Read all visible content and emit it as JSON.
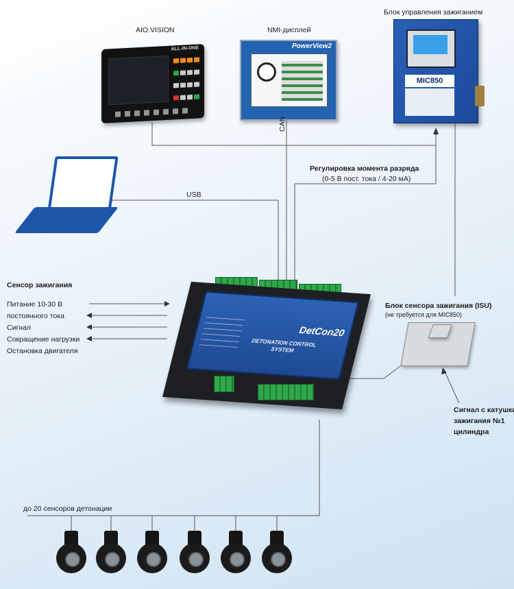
{
  "labels": {
    "aio": "AIO.VISION",
    "nmi": "NMI-дисплей",
    "ignition_unit": "Блок управления зажиганием",
    "can": "CAN",
    "usb": "USB",
    "discharge_title": "Регулировка момента разряда",
    "discharge_range": "(0-5 В пост. тока / 4-20 мА)",
    "sensor_title": "Сенсор зажигания",
    "signals": [
      "Питание 10-30 В",
      "постоянного тока",
      "Сигнал",
      "Сокращение нагрузки",
      "Остановка двигателя"
    ],
    "isu_title": "Блок сенсора зажигания (ISU)",
    "isu_note": "(не требуется для MIC850)",
    "coil_signal": [
      "Сигнал с катушки",
      "зажигания №1",
      "цилиндра"
    ],
    "knock_sensors": "до 20 сенсоров детонации"
  },
  "device_text": {
    "aio_brand": "ALL-IN-ONE",
    "nmi_brand": "PowerView2",
    "mic_brand": "MIC850",
    "detcon_brand": "DetCon20",
    "detcon_system": "DETONATION CONTROL SYSTEM"
  },
  "knock_sensor_count": 6,
  "colors": {
    "device_blue": "#1c56a8",
    "terminal_green": "#2fa84a",
    "wire": "#555555"
  }
}
